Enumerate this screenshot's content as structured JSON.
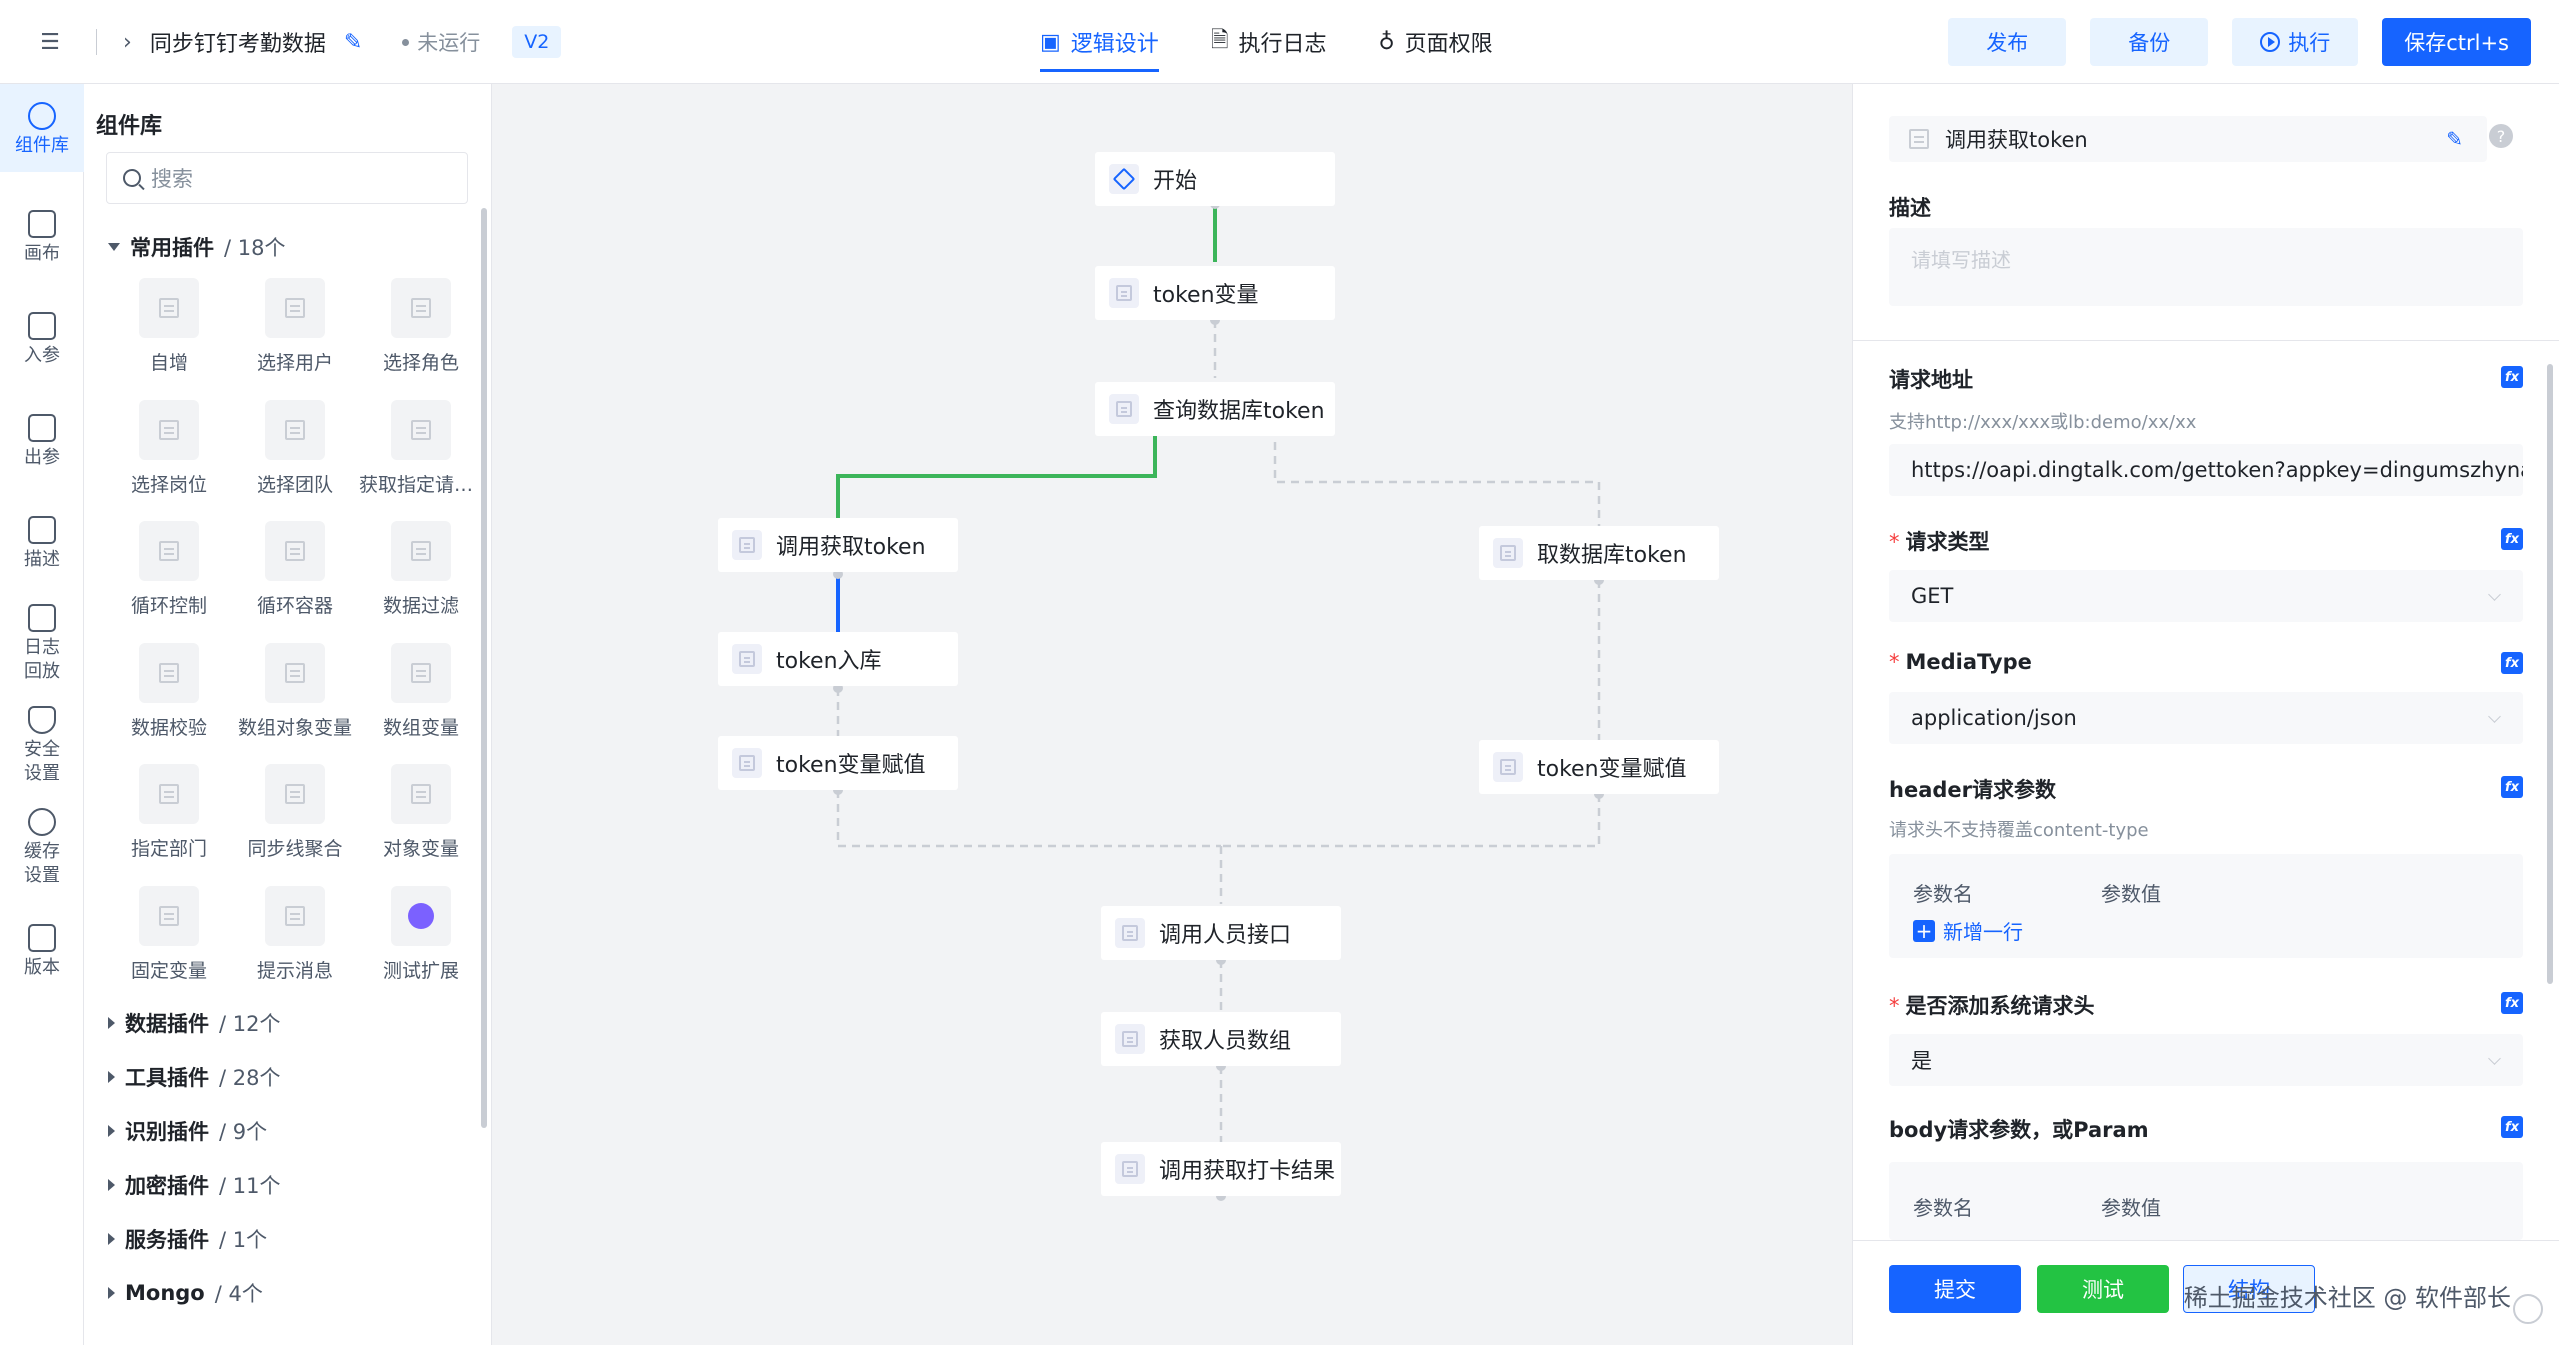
{
  "header": {
    "flow_title": "同步钉钉考勤数据",
    "status": "未运行",
    "version": "V2",
    "tabs": [
      {
        "label": "逻辑设计",
        "active": true
      },
      {
        "label": "执行日志",
        "active": false
      },
      {
        "label": "页面权限",
        "active": false
      }
    ],
    "actions": {
      "publish": "发布",
      "backup": "备份",
      "run": "执行",
      "save": "保存ctrl+s"
    }
  },
  "rail": [
    {
      "label": "组件库",
      "icon": "component-icon",
      "active": true
    },
    {
      "label": "画布",
      "icon": "canvas-icon"
    },
    {
      "label": "入参",
      "icon": "input-param-icon"
    },
    {
      "label": "出参",
      "icon": "output-param-icon"
    },
    {
      "label": "描述",
      "icon": "description-icon"
    },
    {
      "label": "日志\n回放",
      "icon": "log-replay-icon"
    },
    {
      "label": "安全\n设置",
      "icon": "shield-icon"
    },
    {
      "label": "缓存\n设置",
      "icon": "clock-icon"
    },
    {
      "label": "版本",
      "icon": "version-icon"
    }
  ],
  "library": {
    "title": "组件库",
    "search_placeholder": "搜索",
    "groups": [
      {
        "name": "常用插件",
        "count": "/ 18个",
        "expanded": true
      },
      {
        "name": "数据插件",
        "count": "/ 12个"
      },
      {
        "name": "工具插件",
        "count": "/ 28个"
      },
      {
        "name": "识别插件",
        "count": "/ 9个"
      },
      {
        "name": "加密插件",
        "count": "/ 11个"
      },
      {
        "name": "服务插件",
        "count": "/ 1个"
      },
      {
        "name": "Mongo",
        "count": "/ 4个"
      }
    ],
    "components": [
      "自增",
      "选择用户",
      "选择角色",
      "选择岗位",
      "选择团队",
      "获取指定请求头",
      "循环控制",
      "循环容器",
      "数据过滤",
      "数据校验",
      "数组对象变量",
      "数组变量",
      "指定部门",
      "同步线聚合",
      "对象变量",
      "固定变量",
      "提示消息",
      "测试扩展"
    ]
  },
  "flow": {
    "nodes": {
      "start": "开始",
      "token_var": "token变量",
      "query_db_token": "查询数据库token",
      "call_get_token": "调用获取token",
      "get_db_token": "取数据库token",
      "token_store": "token入库",
      "token_assign_left": "token变量赋值",
      "token_assign_right": "token变量赋值",
      "call_person_api": "调用人员接口",
      "get_person_array": "获取人员数组",
      "call_checkin_result": "调用获取打卡结果"
    },
    "colors": {
      "success": "#3cb55a",
      "active": "#1664ff",
      "dashed": "#c9cdd4"
    }
  },
  "panel": {
    "node_name": "调用获取token",
    "description_label": "描述",
    "description_placeholder": "请填写描述",
    "url_label": "请求地址",
    "url_hint": "支持http://xxx/xxx或lb:demo/xx/xx",
    "url_value": "https://oapi.dingtalk.com/gettoken?appkey=dingumszhyna",
    "method_label": "请求类型",
    "method_value": "GET",
    "media_label": "MediaType",
    "media_value": "application/json",
    "header_label": "header请求参数",
    "header_hint": "请求头不支持覆盖content-type",
    "param_name": "参数名",
    "param_value": "参数值",
    "add_row": "新增一行",
    "sys_header_label": "是否添加系统请求头",
    "sys_header_value": "是",
    "body_label": "body请求参数，或Param",
    "fx": "fx",
    "help": "?",
    "footer": {
      "submit": "提交",
      "test": "测试",
      "struct": "结构"
    }
  },
  "watermark": "稀土掘金技术社区 @ 软件部长"
}
